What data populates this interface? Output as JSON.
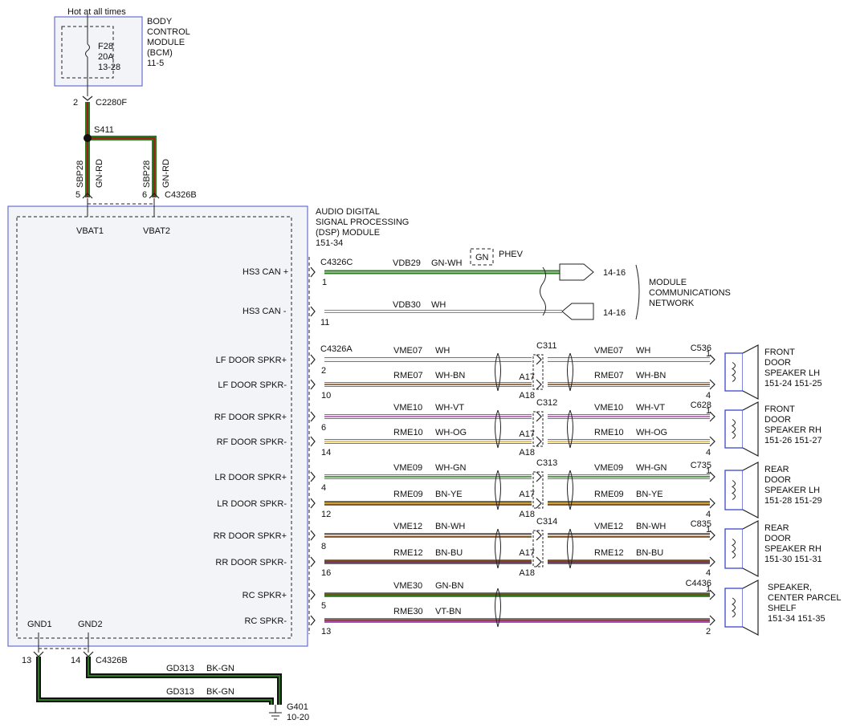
{
  "colors": {
    "GN": "#2a7a1e",
    "WH": "#f4f4f4",
    "VT": "#b04ab3",
    "OG": "#e9b83a",
    "BN": "#7a4a1c",
    "YE": "#e3c23a",
    "BU": "#6c3a7a",
    "BK": "#111111",
    "RD": "#a21c1c",
    "module_border": "#6a6fd0"
  },
  "bcm": {
    "hot_label": "Hot at all times",
    "lines": [
      "BODY",
      "CONTROL",
      "MODULE",
      "(BCM)",
      "11-5"
    ],
    "fuse": [
      "F28",
      "20A",
      "13-28"
    ],
    "pin": "2",
    "connector": "C2280F"
  },
  "splice": "S411",
  "feeds": [
    {
      "circuit": "SBP28",
      "color": "GN-RD",
      "pin": "5",
      "pin_label": "VBAT1"
    },
    {
      "circuit": "SBP28",
      "color": "GN-RD",
      "pin": "6",
      "pin_label": "VBAT2"
    }
  ],
  "dsp": {
    "connector_top": "C4326B",
    "title": [
      "AUDIO DIGITAL",
      "SIGNAL PROCESSING",
      "(DSP) MODULE",
      "151-34"
    ]
  },
  "can": {
    "connector": "C4326C",
    "phev_tag": "GN",
    "phev_label": "PHEV",
    "lines": [
      {
        "label": "HS3 CAN +",
        "pin": "1",
        "circuit": "VDB29",
        "color": "GN-WH",
        "page": "14-16"
      },
      {
        "label": "HS3 CAN -",
        "pin": "11",
        "circuit": "VDB30",
        "color": "WH",
        "page": "14-16"
      }
    ],
    "network": [
      "MODULE",
      "COMMUNICATIONS",
      "NETWORK"
    ]
  },
  "speaker_connector": "C4326A",
  "speakers": [
    {
      "inline": "C311",
      "dest": "C536",
      "name": [
        "FRONT",
        "DOOR",
        "SPEAKER LH"
      ],
      "pages": "151-24  151-25",
      "wires": [
        {
          "label": "LF DOOR SPKR+",
          "pin": "2",
          "circuit": "VME07",
          "color": "WH",
          "inpin": "A17",
          "dpin": "1"
        },
        {
          "label": "LF DOOR SPKR-",
          "pin": "10",
          "circuit": "RME07",
          "color": "WH-BN",
          "inpin": "A18",
          "dpin": "4"
        }
      ]
    },
    {
      "inline": "C312",
      "dest": "C628",
      "name": [
        "FRONT",
        "DOOR",
        "SPEAKER RH"
      ],
      "pages": "151-26  151-27",
      "wires": [
        {
          "label": "RF DOOR SPKR+",
          "pin": "6",
          "circuit": "VME10",
          "color": "WH-VT",
          "inpin": "A17",
          "dpin": "1"
        },
        {
          "label": "RF DOOR SPKR-",
          "pin": "14",
          "circuit": "RME10",
          "color": "WH-OG",
          "inpin": "A18",
          "dpin": "4"
        }
      ]
    },
    {
      "inline": "C313",
      "dest": "C735",
      "name": [
        "REAR",
        "DOOR",
        "SPEAKER LH"
      ],
      "pages": "151-28  151-29",
      "wires": [
        {
          "label": "LR DOOR SPKR+",
          "pin": "4",
          "circuit": "VME09",
          "color": "WH-GN",
          "inpin": "A17",
          "dpin": "1"
        },
        {
          "label": "LR DOOR SPKR-",
          "pin": "12",
          "circuit": "RME09",
          "color": "BN-YE",
          "inpin": "A18",
          "dpin": "4"
        }
      ]
    },
    {
      "inline": "C314",
      "dest": "C835",
      "name": [
        "REAR",
        "DOOR",
        "SPEAKER RH"
      ],
      "pages": "151-30  151-31",
      "wires": [
        {
          "label": "RR DOOR SPKR+",
          "pin": "8",
          "circuit": "VME12",
          "color": "BN-WH",
          "inpin": "A17",
          "dpin": "1"
        },
        {
          "label": "RR DOOR SPKR-",
          "pin": "16",
          "circuit": "RME12",
          "color": "BN-BU",
          "inpin": "A18",
          "dpin": "4"
        }
      ]
    },
    {
      "inline": "",
      "dest": "C4436",
      "name": [
        "SPEAKER,",
        "CENTER PARCEL",
        "SHELF"
      ],
      "pages": "151-34  151-35",
      "wires": [
        {
          "label": "RC SPKR+",
          "pin": "5",
          "circuit": "VME30",
          "color": "GN-BN",
          "inpin": "",
          "dpin": "1"
        },
        {
          "label": "RC SPKR-",
          "pin": "13",
          "circuit": "RME30",
          "color": "VT-BN",
          "inpin": "",
          "dpin": "2"
        }
      ]
    }
  ],
  "grounds": {
    "labels": [
      "GND1",
      "GND2"
    ],
    "pins": [
      "13",
      "14"
    ],
    "connector": "C4326B",
    "wires": [
      {
        "circuit": "GD313",
        "color": "BK-GN"
      },
      {
        "circuit": "GD313",
        "color": "BK-GN"
      }
    ],
    "ground_id": "G401",
    "ground_page": "10-20"
  }
}
